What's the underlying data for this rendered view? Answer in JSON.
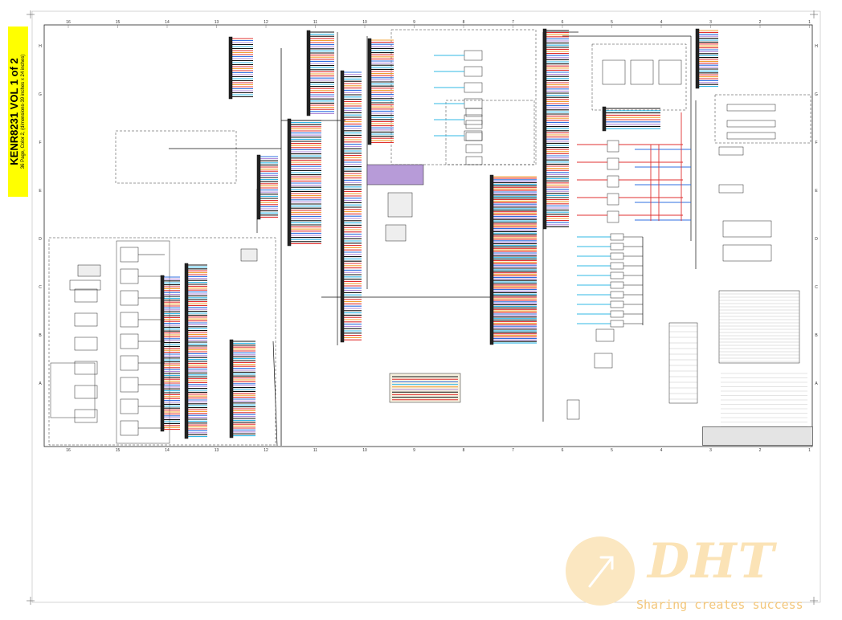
{
  "document": {
    "title": "KENR8231 VOL 1 of 2",
    "subtitle": "36 Page, Color 2, (dimensions-39 inches x 24 inches)"
  },
  "zones": {
    "columns_top": [
      "16",
      "15",
      "14",
      "13",
      "12",
      "11",
      "10",
      "9",
      "8",
      "7",
      "6",
      "5",
      "4",
      "3",
      "2",
      "1"
    ],
    "rows_left": [
      "H",
      "G",
      "F",
      "E",
      "D",
      "C",
      "B",
      "A"
    ]
  },
  "watermark": {
    "logo_text": "DHT",
    "tagline": "Sharing creates success"
  },
  "colors": {
    "tag_yellow": "#ffff00",
    "wire_red": "#e03030",
    "wire_blue": "#2f6fe0",
    "wire_cyan": "#31b8e6",
    "wire_orange": "#f0a030",
    "wire_purple": "#b08ad8",
    "wire_black": "#111111",
    "watermark": "#f6c46e"
  }
}
